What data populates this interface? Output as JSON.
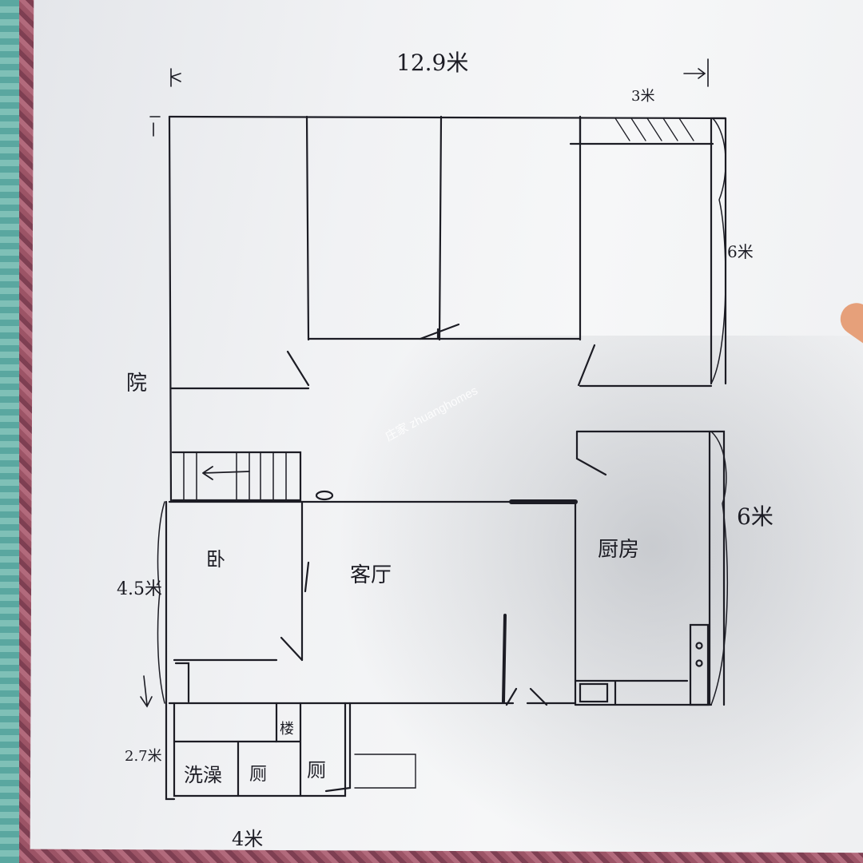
{
  "dimensions": {
    "total_width": "12.9米",
    "top_right": "3米",
    "right_upper": "6米",
    "right_lower": "6米",
    "left_lower": "4.5米",
    "left_bottom": "2.7米",
    "bottom": "4米"
  },
  "rooms": {
    "bedroom": "卧",
    "living_room": "客厅",
    "kitchen": "厨房",
    "laundry": "洗澡",
    "toilet_1": "厕",
    "toilet_2": "厕",
    "storage": "楼"
  },
  "side_note": "院",
  "watermark": "庄家 zhuanghomes",
  "colors": {
    "ink": "#1c1c24",
    "paper": "#f1f2f4",
    "fabric": "#9c5466"
  }
}
